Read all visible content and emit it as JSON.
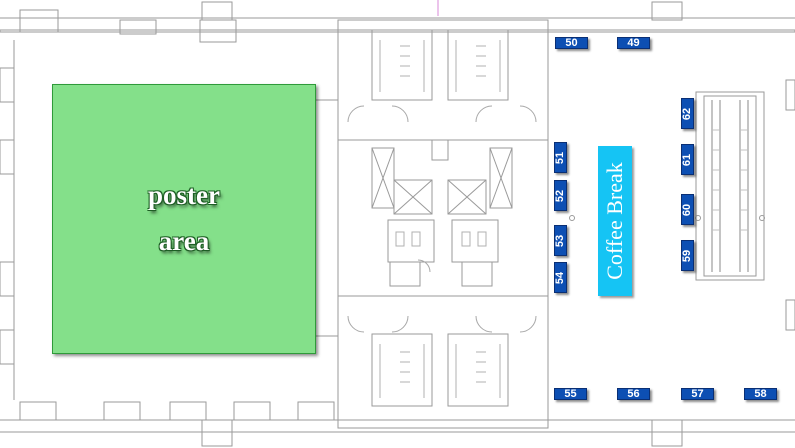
{
  "poster_area": {
    "line1": "poster",
    "line2": "area",
    "color": "#84e08a"
  },
  "coffee_break": {
    "label": "Coffee Break",
    "color": "#15c4f4"
  },
  "booth_color": "#0d4fb3",
  "booths": {
    "b49": "49",
    "b50": "50",
    "b51": "51",
    "b52": "52",
    "b53": "53",
    "b54": "54",
    "b55": "55",
    "b56": "56",
    "b57": "57",
    "b58": "58",
    "b59": "59",
    "b60": "60",
    "b61": "61",
    "b62": "62"
  }
}
